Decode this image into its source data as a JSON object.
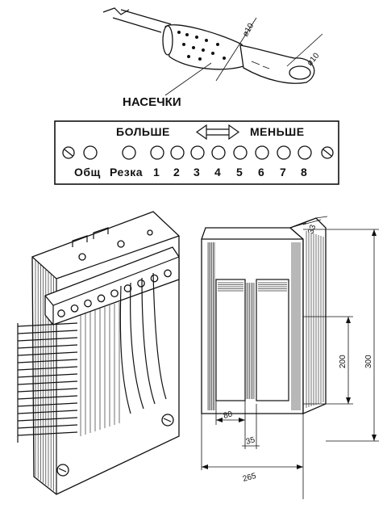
{
  "lug_labels": {
    "dia_wire": "ø10",
    "dia_lug": "ø10",
    "notch": "НАСЕЧКИ"
  },
  "panel": {
    "more": "БОЛЬШЕ",
    "less": "МЕНЬШЕ",
    "terminals": [
      "Общ",
      "Резка",
      "1",
      "2",
      "3",
      "4",
      "5",
      "6",
      "7",
      "8"
    ]
  },
  "dims": {
    "d33": "33",
    "d200": "200",
    "d300": "300",
    "d80": "80",
    "d35": "35",
    "d265": "265"
  }
}
